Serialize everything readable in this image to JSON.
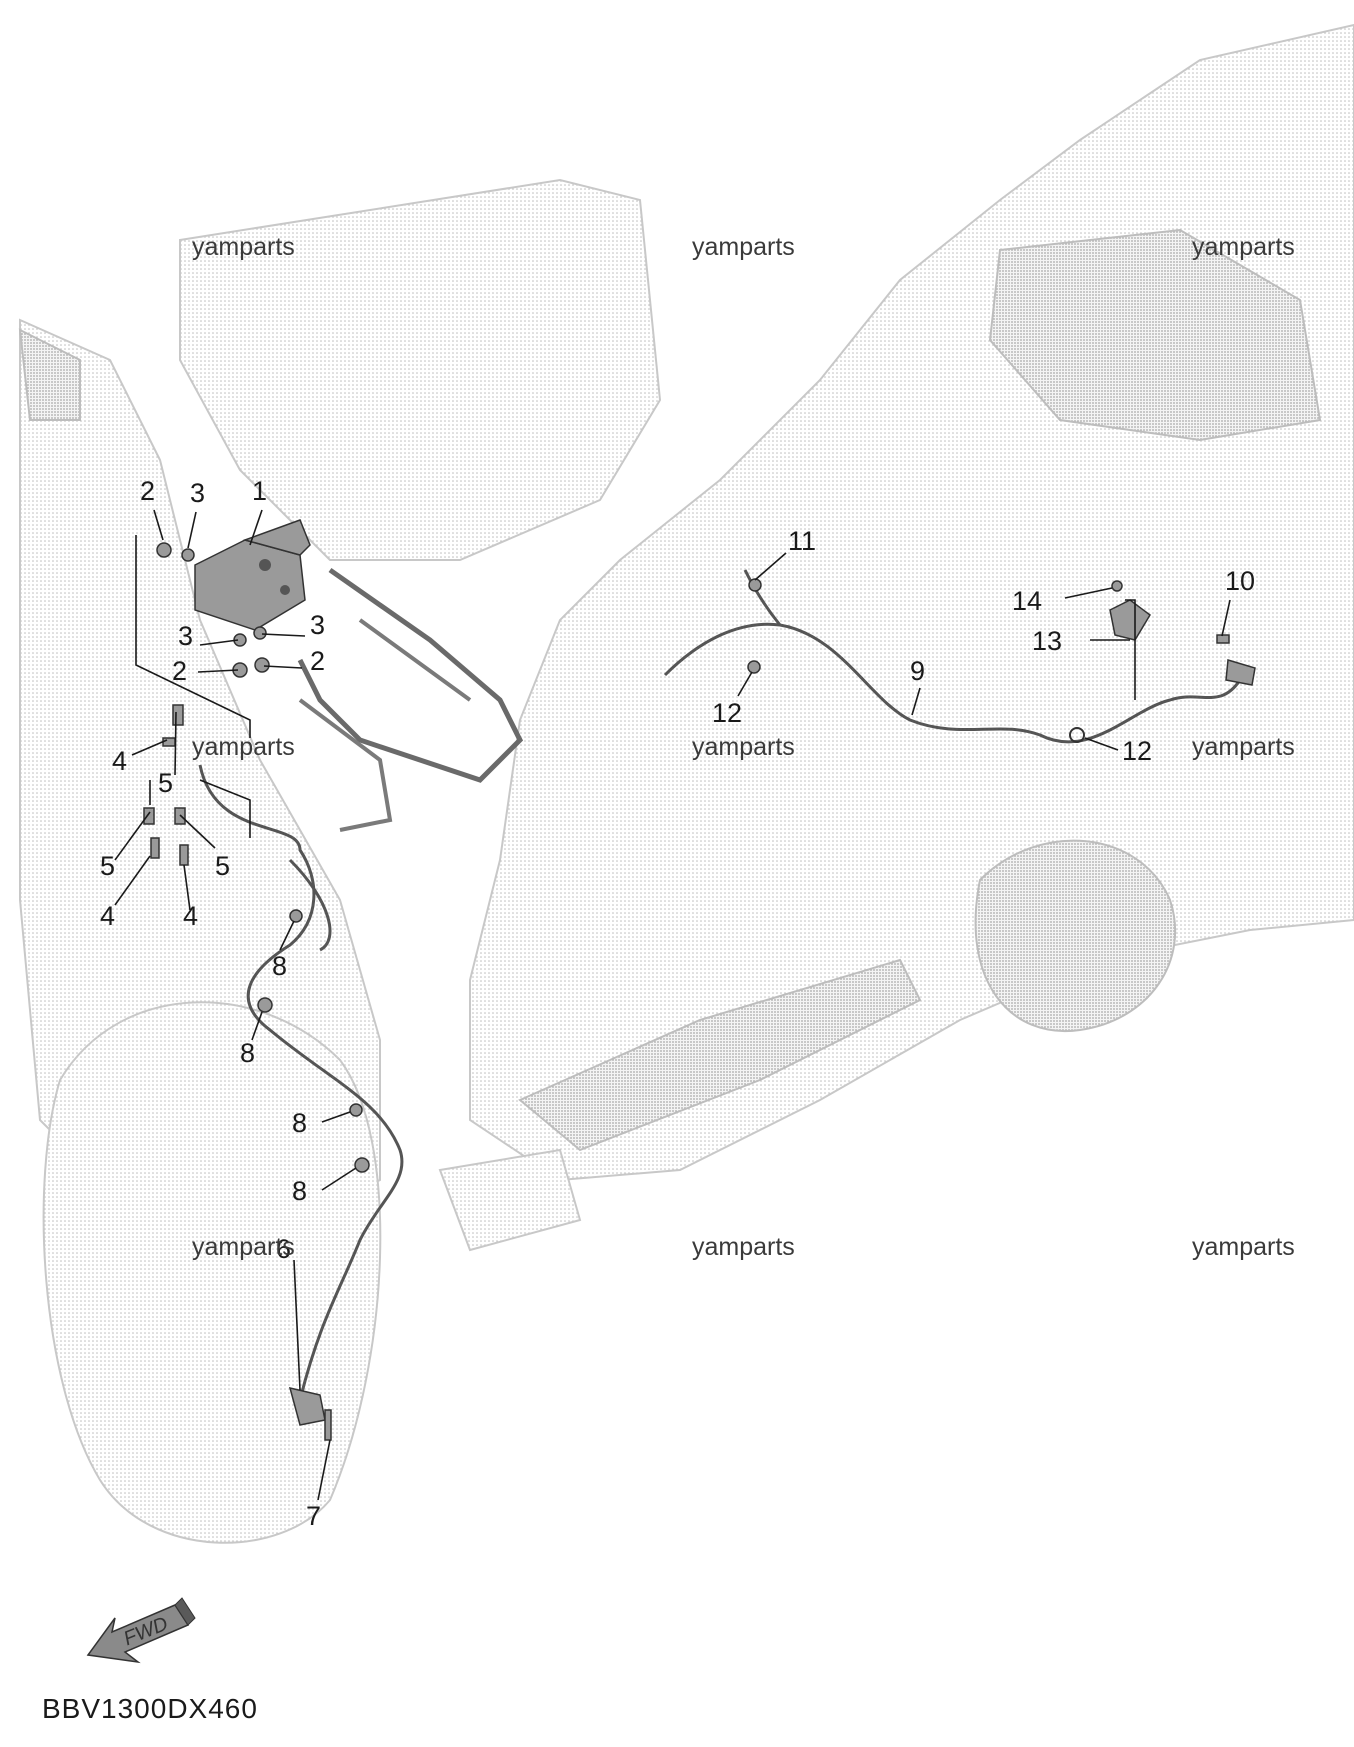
{
  "diagram_code": "BBV1300DX460",
  "direction_label": "FWD",
  "watermark": "yamparts",
  "callouts": {
    "c1": "1",
    "c2a": "2",
    "c2b": "2",
    "c2c": "2",
    "c3a": "3",
    "c3b": "3",
    "c3c": "3",
    "c4a": "4",
    "c4b": "4",
    "c4c": "4",
    "c5a": "5",
    "c5b": "5",
    "c5c": "5",
    "c6": "6",
    "c7": "7",
    "c8a": "8",
    "c8b": "8",
    "c8c": "8",
    "c8d": "8",
    "c9": "9",
    "c10": "10",
    "c11": "11",
    "c12a": "12",
    "c12b": "12",
    "c13": "13",
    "c14": "14"
  },
  "colors": {
    "ink": "#1a1a1a",
    "ghost_fill": "#e6e6e6"
  }
}
